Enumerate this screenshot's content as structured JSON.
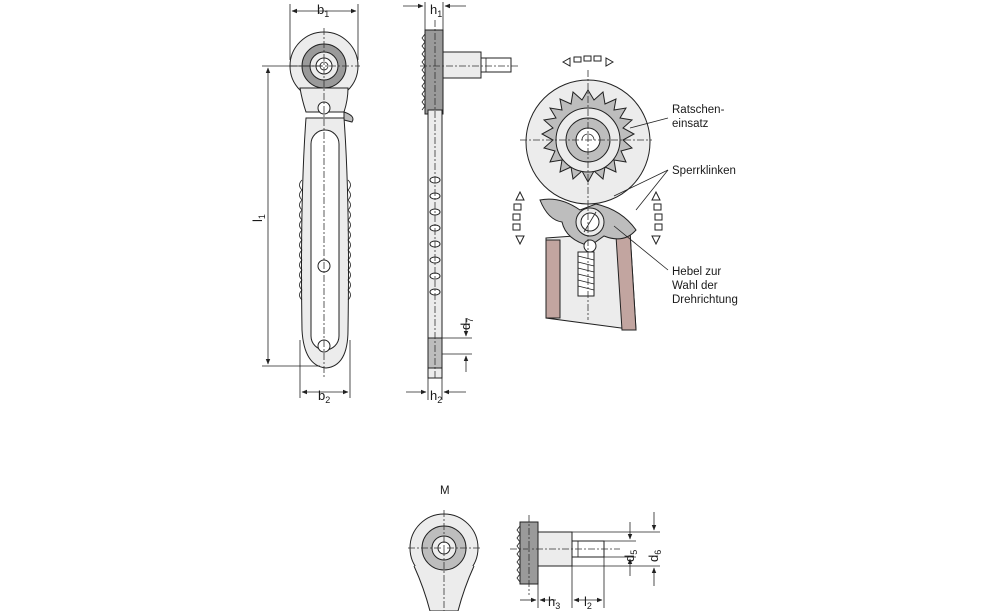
{
  "dimensions": {
    "b1": {
      "main": "b",
      "sub": "1"
    },
    "h1": {
      "main": "h",
      "sub": "1"
    },
    "l1": {
      "main": "l",
      "sub": "1"
    },
    "d7": {
      "main": "d",
      "sub": "7"
    },
    "b2": {
      "main": "b",
      "sub": "2"
    },
    "h2": {
      "main": "h",
      "sub": "2"
    },
    "d5": {
      "main": "d",
      "sub": "5"
    },
    "d6": {
      "main": "d",
      "sub": "6"
    },
    "h3": {
      "main": "h",
      "sub": "3"
    },
    "l2": {
      "main": "l",
      "sub": "2"
    }
  },
  "callouts": {
    "ratchet_insert": [
      "Ratschen-",
      "einsatz"
    ],
    "pawls": "Sperrklinken",
    "lever": [
      "Hebel zur",
      "Wahl der",
      "Drehrichtung"
    ]
  },
  "variant_label": "M"
}
